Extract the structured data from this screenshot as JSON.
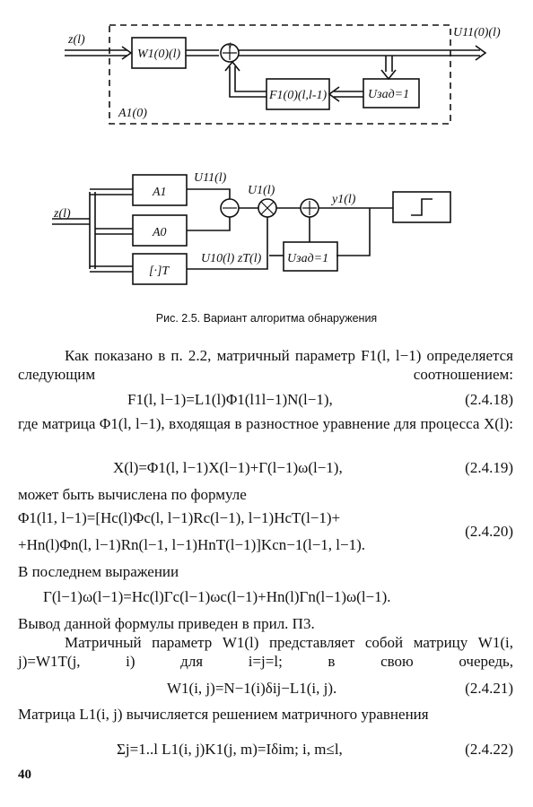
{
  "diagram1": {
    "input": "z(l)",
    "block_w": "W1(0)(l)",
    "block_f": "F1(0)(l,l-1)",
    "block_u": "Uзад=1",
    "sum": "+",
    "output": "U11(0)(l)",
    "corner": "A1(0)"
  },
  "diagram2": {
    "input": "z(l)",
    "block_a1": "A1",
    "block_a0": "A0",
    "block_t": "[·]T",
    "block_u": "Uзад=1",
    "u11": "U11(l)",
    "u1": "U1(l)",
    "u10": "U10(l) zT(l)",
    "y1": "y1(l)"
  },
  "caption": "Рис. 2.5. Вариант алгоритма обнаружения",
  "text": {
    "p1": "Как показано в п. 2.2, матричный параметр F1(l, l−1) определяется следующим соотношением:",
    "eq1": "F1(l, l−1)=L1(l)Φ1(l1l−1)N(l−1),",
    "n1": "(2.4.18)",
    "p2": "где матрица Φ1(l, l−1), входящая в разностное уравнение для процесса X(l):",
    "eq2": "X(l)=Φ1(l, l−1)X(l−1)+Γ(l−1)ω(l−1),",
    "n2": "(2.4.19)",
    "p3": "может быть вычислена по формуле",
    "eq3a": "Φ1(l1, l−1)=[Hc(l)Φc(l, l−1)Rc(l−1), l−1)HcT(l−1)+",
    "eq3b": "+Hn(l)Φn(l, l−1)Rn(l−1, l−1)HnT(l−1)]Kcn−1(l−1, l−1).",
    "n3": "(2.4.20)",
    "p4": "В последнем выражении",
    "eq4": "Γ(l−1)ω(l−1)=Hc(l)Γc(l−1)ωc(l−1)+Hn(l)Γn(l−1)ω(l−1).",
    "p5": "Вывод данной формулы приведен в прил. П3.",
    "p6": "Матричный параметр W1(l) представляет собой матрицу W1(i, j)=W1T(j, i) для i=j=l; в свою очередь,",
    "eq5": "W1(i, j)=N−1(i)δij−L1(i, j).",
    "n5": "(2.4.21)",
    "p7": "Матрица L1(i, j) вычисляется решением матричного уравнения",
    "eq6": "Σj=1..l L1(i, j)K1(j, m)=Iδim; i, m≤l,",
    "n6": "(2.4.22)"
  },
  "page_number": "40"
}
